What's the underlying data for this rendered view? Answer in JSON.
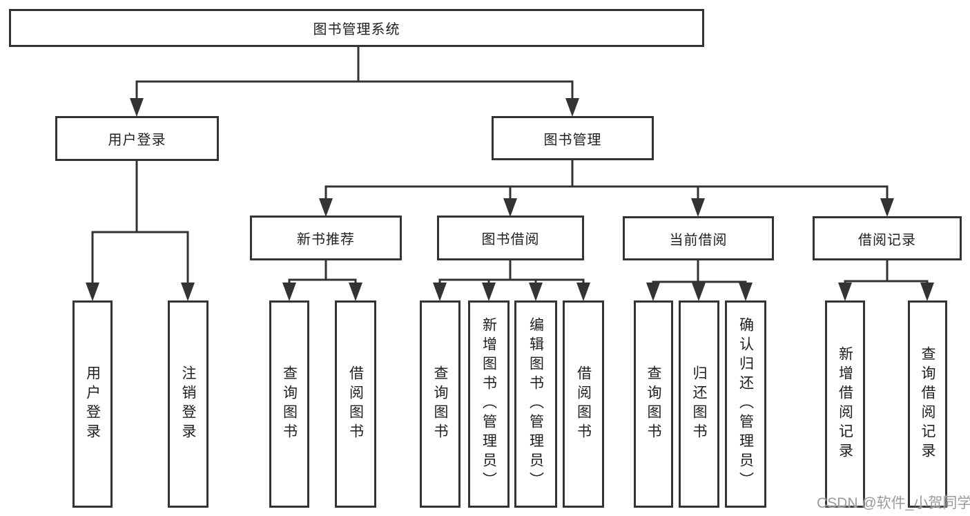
{
  "diagram_type": "hierarchy-tree",
  "colors": {
    "line": "#333333",
    "box_border": "#333333",
    "box_fill": "#ffffff",
    "text": "#1f1f1f",
    "background": "#ffffff",
    "watermark": "#9b9b9b"
  },
  "watermark": {
    "text": "CSDN @软件_小贺同学"
  },
  "tree": {
    "root": {
      "label": "图书管理系统",
      "children": [
        {
          "label": "用户登录",
          "children": [
            {
              "label": "用户登录"
            },
            {
              "label": "注销登录"
            }
          ]
        },
        {
          "label": "图书管理",
          "children": [
            {
              "label": "新书推荐",
              "children": [
                {
                  "label": "查询图书"
                },
                {
                  "label": "借阅图书"
                }
              ]
            },
            {
              "label": "图书借阅",
              "children": [
                {
                  "label": "查询图书"
                },
                {
                  "label": "新增图书（管理员）"
                },
                {
                  "label": "编辑图书（管理员）"
                },
                {
                  "label": "借阅图书"
                }
              ]
            },
            {
              "label": "当前借阅",
              "children": [
                {
                  "label": "查询图书"
                },
                {
                  "label": "归还图书"
                },
                {
                  "label": "确认归还（管理员）"
                }
              ]
            },
            {
              "label": "借阅记录",
              "children": [
                {
                  "label": "新增借阅记录"
                },
                {
                  "label": "查询借阅记录"
                }
              ]
            }
          ]
        }
      ]
    }
  }
}
